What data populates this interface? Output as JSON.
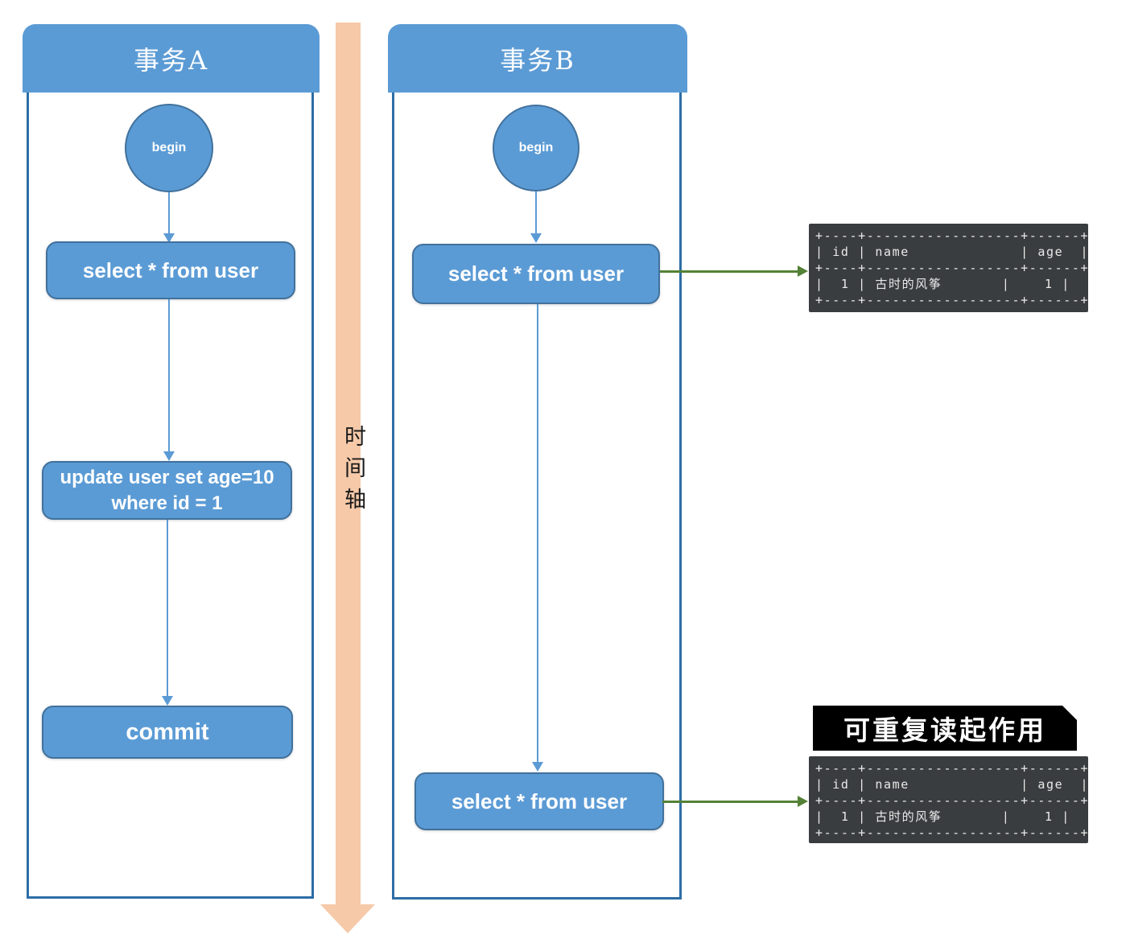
{
  "col_a": {
    "title": "事务A",
    "begin": "begin",
    "select": "select * from user",
    "update_line1": "update user set age=10",
    "update_line2": "where id = 1",
    "commit": "commit"
  },
  "col_b": {
    "title": "事务B",
    "begin": "begin",
    "select1": "select * from user",
    "select2": "select * from user"
  },
  "timeline": {
    "label": "时间轴"
  },
  "annotation": {
    "label": "可重复读起作用"
  },
  "result_table": {
    "lines": [
      "+----+------------------+------+",
      "| id | name             | age  |",
      "+----+------------------+------+",
      "|  1 | 古时的风筝       |    1 |",
      "+----+------------------+------+"
    ]
  },
  "colors": {
    "box-fill": "#5b9bd5",
    "box-border": "#41719c",
    "panel-border": "#2c6da6",
    "arrow-blue": "#5b9bd5",
    "timeline-band": "#f6c9a8",
    "arrow-green": "#538135",
    "terminal-bg": "#3a3d3f",
    "terminal-text": "#e9e9e9",
    "annotation-bg": "#000000",
    "annotation-text": "#ffffff"
  }
}
